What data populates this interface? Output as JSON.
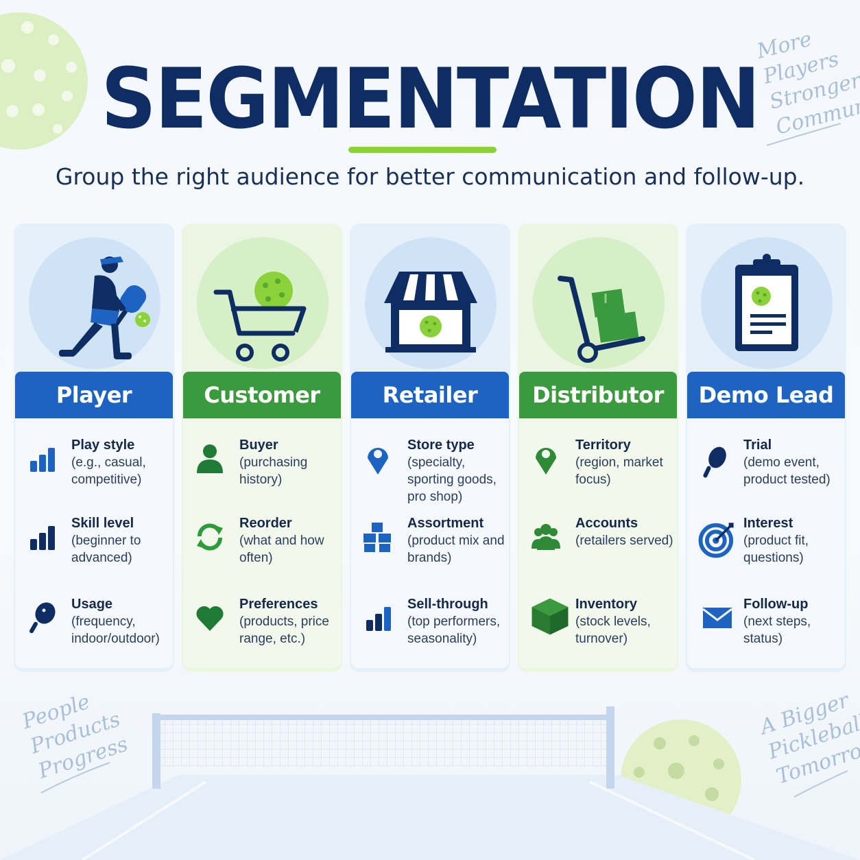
{
  "title": "SEGMENTATION",
  "subtitle": "Group the right audience for better communication and follow-up.",
  "script_top_right": [
    "More",
    "Players",
    "Stronger",
    "Communities"
  ],
  "script_bottom_left": [
    "People",
    "Products",
    "Progress"
  ],
  "script_bottom_right": [
    "A Bigger",
    "Pickleball",
    "Tomorrow"
  ],
  "colors": {
    "navy": "#0d2d63",
    "blue": "#1d63c2",
    "green": "#3b9a3d",
    "lime": "#8bd23a"
  },
  "cards": [
    {
      "label": "Player",
      "theme": "blue",
      "icon": "pickleball-player-icon",
      "items": [
        {
          "name": "Play style",
          "desc": "(e.g., casual, competitive)",
          "icon": "bar-chart-icon"
        },
        {
          "name": "Skill level",
          "desc": "(beginner to advanced)",
          "icon": "bar-chart-icon"
        },
        {
          "name": "Usage",
          "desc": "(frequency, indoor/outdoor)",
          "icon": "paddle-icon"
        }
      ]
    },
    {
      "label": "Customer",
      "theme": "green",
      "icon": "shopping-cart-icon",
      "items": [
        {
          "name": "Buyer",
          "desc": "(purchasing history)",
          "icon": "person-icon"
        },
        {
          "name": "Reorder",
          "desc": "(what and how often)",
          "icon": "refresh-icon"
        },
        {
          "name": "Preferences",
          "desc": "(products, price range, etc.)",
          "icon": "heart-icon"
        }
      ]
    },
    {
      "label": "Retailer",
      "theme": "blue",
      "icon": "storefront-icon",
      "items": [
        {
          "name": "Store type",
          "desc": "(specialty, sporting goods, pro shop)",
          "icon": "location-pin-icon"
        },
        {
          "name": "Assortment",
          "desc": "(product mix and brands)",
          "icon": "boxes-icon"
        },
        {
          "name": "Sell-through",
          "desc": "(top performers, seasonality)",
          "icon": "bar-chart-icon"
        }
      ]
    },
    {
      "label": "Distributor",
      "theme": "green",
      "icon": "hand-truck-icon",
      "items": [
        {
          "name": "Territory",
          "desc": "(region, market focus)",
          "icon": "location-pin-icon"
        },
        {
          "name": "Accounts",
          "desc": "(retailers served)",
          "icon": "group-icon"
        },
        {
          "name": "Inventory",
          "desc": "(stock levels, turnover)",
          "icon": "cube-icon"
        }
      ]
    },
    {
      "label": "Demo Lead",
      "theme": "blue",
      "icon": "clipboard-icon",
      "items": [
        {
          "name": "Trial",
          "desc": "(demo event, product tested)",
          "icon": "paddle-icon"
        },
        {
          "name": "Interest",
          "desc": "(product fit, questions)",
          "icon": "target-icon"
        },
        {
          "name": "Follow-up",
          "desc": "(next steps, status)",
          "icon": "envelope-icon"
        }
      ]
    }
  ]
}
